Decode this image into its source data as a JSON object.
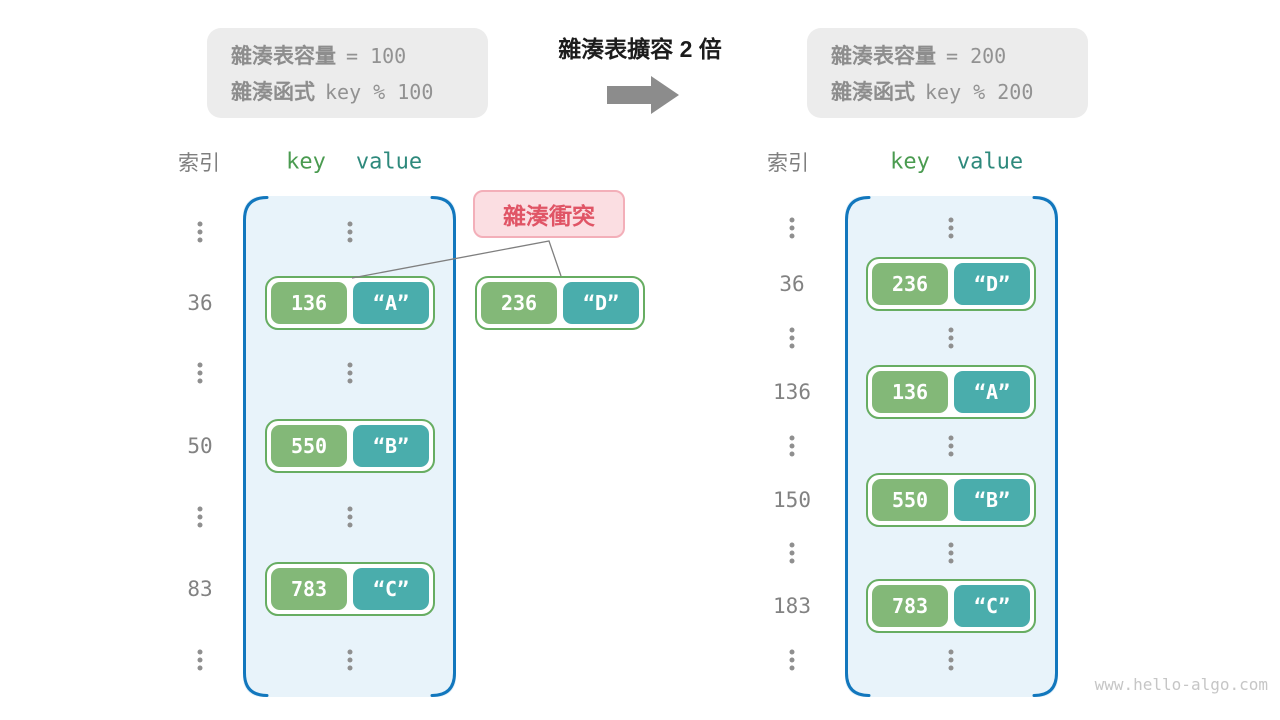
{
  "info_box_left": {
    "line1_label": "雜湊表容量",
    "line1_code": "= 100",
    "line2_label": "雜湊函式",
    "line2_code": "key % 100"
  },
  "info_box_right": {
    "line1_label": "雜湊表容量",
    "line1_code": "= 200",
    "line2_label": "雜湊函式",
    "line2_code": "key % 200"
  },
  "transition": {
    "title": "雜湊表擴容 2 倍",
    "arrow_icon": "right-arrow"
  },
  "headers": {
    "index": "索引",
    "key": "key",
    "value": "value"
  },
  "collision_label": "雜湊衝突",
  "floating_pair": {
    "key": "236",
    "value": "“D”"
  },
  "tables": {
    "left": {
      "rows": [
        {
          "type": "dots"
        },
        {
          "type": "pair",
          "index": "36",
          "key": "136",
          "value": "“A”"
        },
        {
          "type": "dots"
        },
        {
          "type": "pair",
          "index": "50",
          "key": "550",
          "value": "“B”"
        },
        {
          "type": "dots"
        },
        {
          "type": "pair",
          "index": "83",
          "key": "783",
          "value": "“C”"
        },
        {
          "type": "dots"
        }
      ]
    },
    "right": {
      "rows": [
        {
          "type": "dots"
        },
        {
          "type": "pair",
          "index": "36",
          "key": "236",
          "value": "“D”"
        },
        {
          "type": "dots"
        },
        {
          "type": "pair",
          "index": "136",
          "key": "136",
          "value": "“A”"
        },
        {
          "type": "dots"
        },
        {
          "type": "pair",
          "index": "150",
          "key": "550",
          "value": "“B”"
        },
        {
          "type": "dots"
        },
        {
          "type": "pair",
          "index": "183",
          "key": "783",
          "value": "“C”"
        },
        {
          "type": "dots"
        }
      ]
    }
  },
  "watermark": "www.hello-algo.com",
  "colors": {
    "container_border": "#1277bd",
    "container_fill": "#e8f3fa",
    "key_green": "#83b878",
    "value_teal": "#4aadac",
    "pair_border": "#67ad62",
    "header_key_green": "#4a9b50",
    "header_value_teal": "#2e897c",
    "collision_text": "#e05566",
    "collision_bg": "#fbdee2",
    "info_box_bg": "#ececec",
    "arrow_gray": "#8c8c8c",
    "index_gray": "#828282"
  }
}
